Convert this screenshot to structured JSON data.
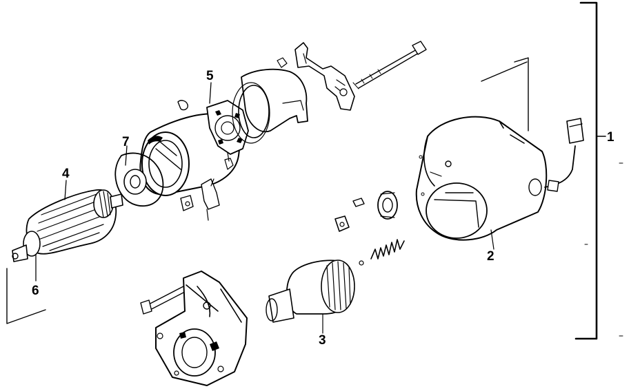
{
  "diagram": {
    "callouts": [
      {
        "id": "1",
        "label": "1"
      },
      {
        "id": "2",
        "label": "2"
      },
      {
        "id": "3",
        "label": "3"
      },
      {
        "id": "4",
        "label": "4"
      },
      {
        "id": "5",
        "label": "5"
      },
      {
        "id": "6",
        "label": "6"
      },
      {
        "id": "7",
        "label": "7"
      }
    ],
    "colors": {
      "ink": "#000000",
      "paper": "#ffffff"
    }
  }
}
